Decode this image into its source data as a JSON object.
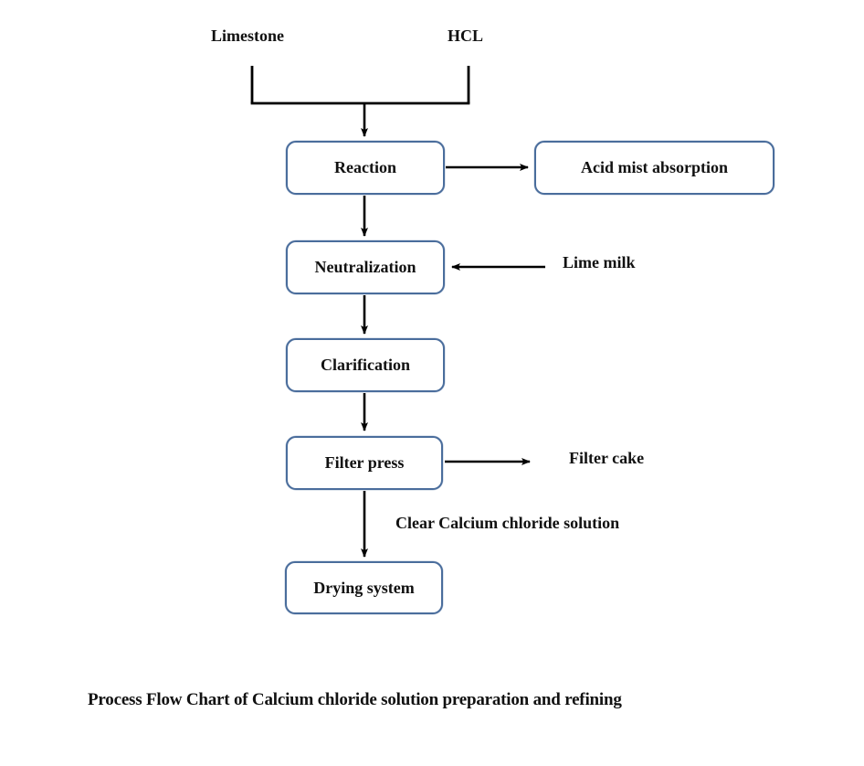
{
  "diagram": {
    "inputs": {
      "limestone": "Limestone",
      "hcl": "HCL"
    },
    "nodes": {
      "reaction": "Reaction",
      "acid_mist_absorption": "Acid mist absorption",
      "neutralization": "Neutralization",
      "clarification": "Clarification",
      "filter_press": "Filter press",
      "drying_system": "Drying system"
    },
    "stream_labels": {
      "lime_milk": "Lime milk",
      "filter_cake": "Filter cake",
      "clear_solution": "Clear Calcium chloride solution"
    },
    "edges": [
      {
        "from": "Limestone",
        "to": "Reaction"
      },
      {
        "from": "HCL",
        "to": "Reaction"
      },
      {
        "from": "Reaction",
        "to": "Acid mist absorption"
      },
      {
        "from": "Reaction",
        "to": "Neutralization"
      },
      {
        "from": "Lime milk",
        "to": "Neutralization"
      },
      {
        "from": "Neutralization",
        "to": "Clarification"
      },
      {
        "from": "Clarification",
        "to": "Filter press"
      },
      {
        "from": "Filter press",
        "to": "Filter cake"
      },
      {
        "from": "Filter press",
        "to": "Drying system",
        "label": "Clear Calcium chloride solution"
      }
    ],
    "caption": "Process Flow Chart of Calcium chloride solution preparation and refining",
    "colors": {
      "box_border": "#4a6d9c",
      "arrow": "#000000",
      "text": "#111111",
      "background": "#ffffff"
    }
  }
}
